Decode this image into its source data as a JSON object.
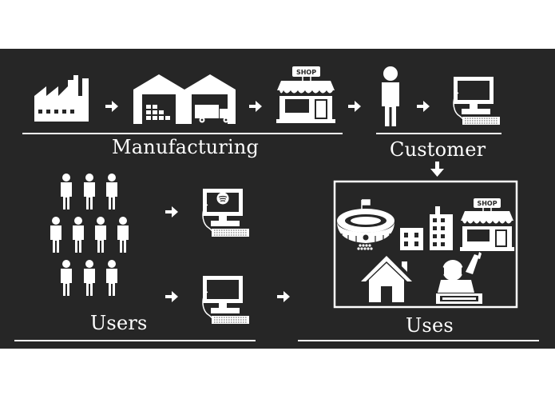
{
  "colors": {
    "panel": "#262626",
    "foreground": "#ffffff"
  },
  "labels": {
    "manufacturing": "Manufacturing",
    "customer": "Customer",
    "users": "Users",
    "uses": "Uses"
  },
  "signs": {
    "shop": "SHOP"
  },
  "icons": [
    "factory-icon",
    "warehouse-icon",
    "delivery-truck-icon",
    "shop-icon",
    "person-icon",
    "computer-icon",
    "crowd-icon",
    "music-computer-icon",
    "stadium-icon",
    "buildings-icon",
    "house-icon",
    "dj-icon",
    "arrow-right-icon",
    "arrow-down-icon"
  ]
}
